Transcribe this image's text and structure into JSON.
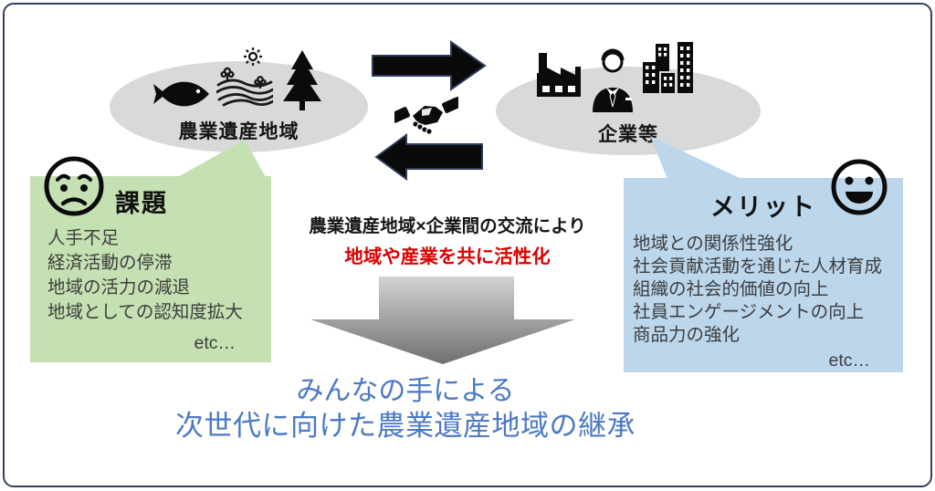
{
  "diagram": {
    "region": {
      "label": "農業遺産地域"
    },
    "company": {
      "label": "企業等"
    },
    "center": {
      "line1": "農業遺産地域×企業間の交流により",
      "line2": "地域や産業を共に活性化"
    },
    "challenges": {
      "title": "課題",
      "items": [
        "人手不足",
        "経済活動の停滞",
        "地域の活力の減退",
        "地域としての認知度拡大"
      ],
      "etc": "etc…"
    },
    "merits": {
      "title": "メリット",
      "items": [
        "地域との関係性強化",
        "社会貢献活動を通じた人材育成",
        "組織の社会的価値の向上",
        "社員エンゲージメントの向上",
        "商品力の強化"
      ],
      "etc": "etc…"
    },
    "conclusion": {
      "line1": "みんなの手による",
      "line2": "次世代に向けた農業遺産地域の継承"
    },
    "colors": {
      "ellipse_gray": "#d9d9d9",
      "challenge_green": "#c5e0b2",
      "merit_blue": "#bcd6ec",
      "highlight_red": "#dc0000",
      "conclusion_blue": "#4b79c6",
      "frame_navy": "#33415e"
    }
  }
}
